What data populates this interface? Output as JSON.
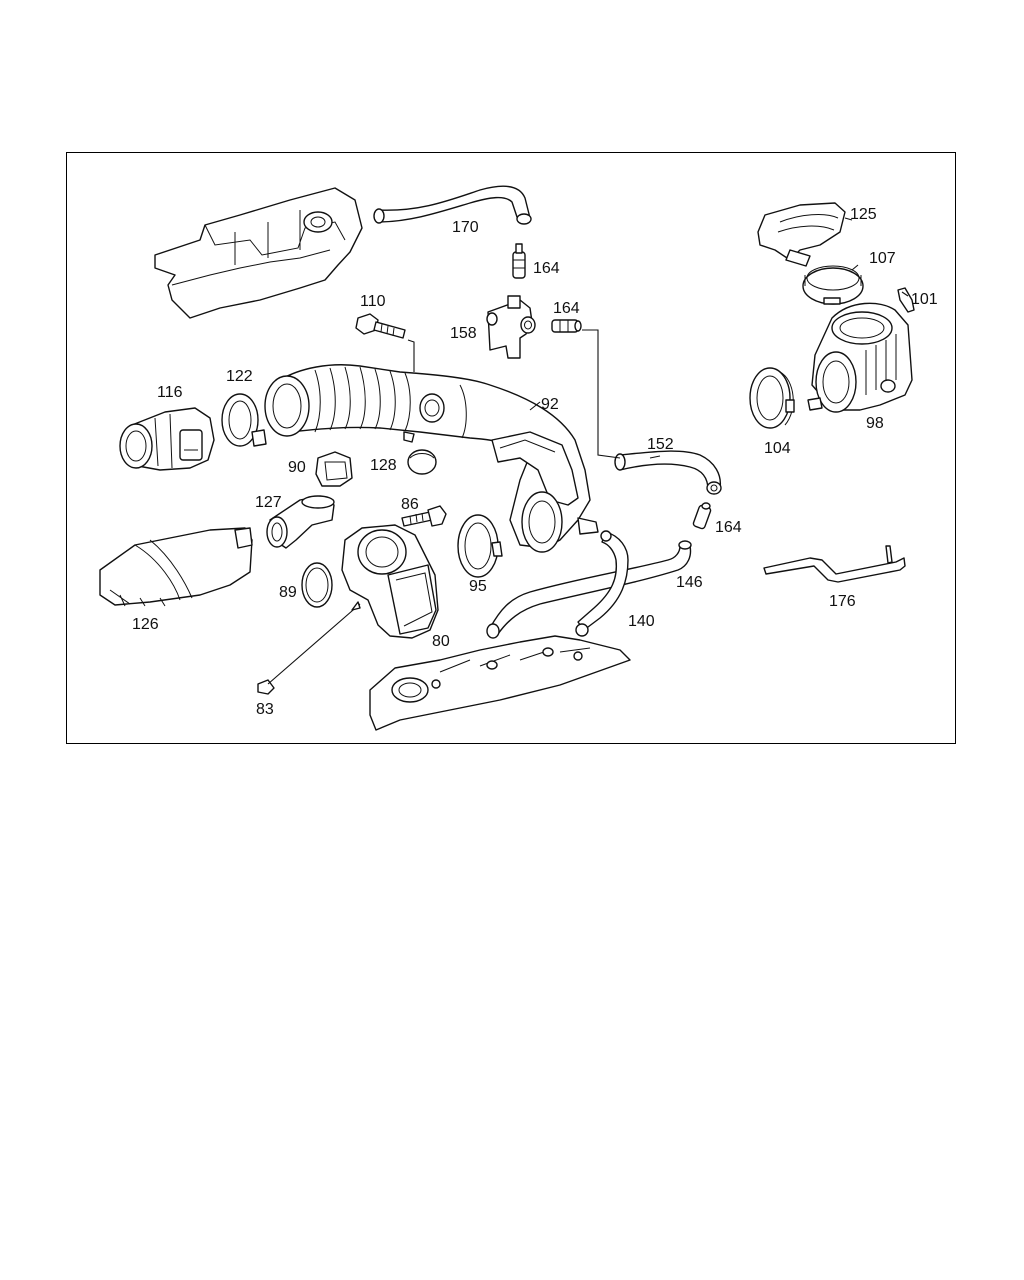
{
  "diagram": {
    "callouts": [
      "170",
      "164",
      "110",
      "158",
      "164",
      "125",
      "107",
      "101",
      "116",
      "122",
      "92",
      "104",
      "98",
      "152",
      "90",
      "128",
      "86",
      "127",
      "164",
      "146",
      "126",
      "89",
      "95",
      "140",
      "176",
      "80",
      "83"
    ]
  }
}
